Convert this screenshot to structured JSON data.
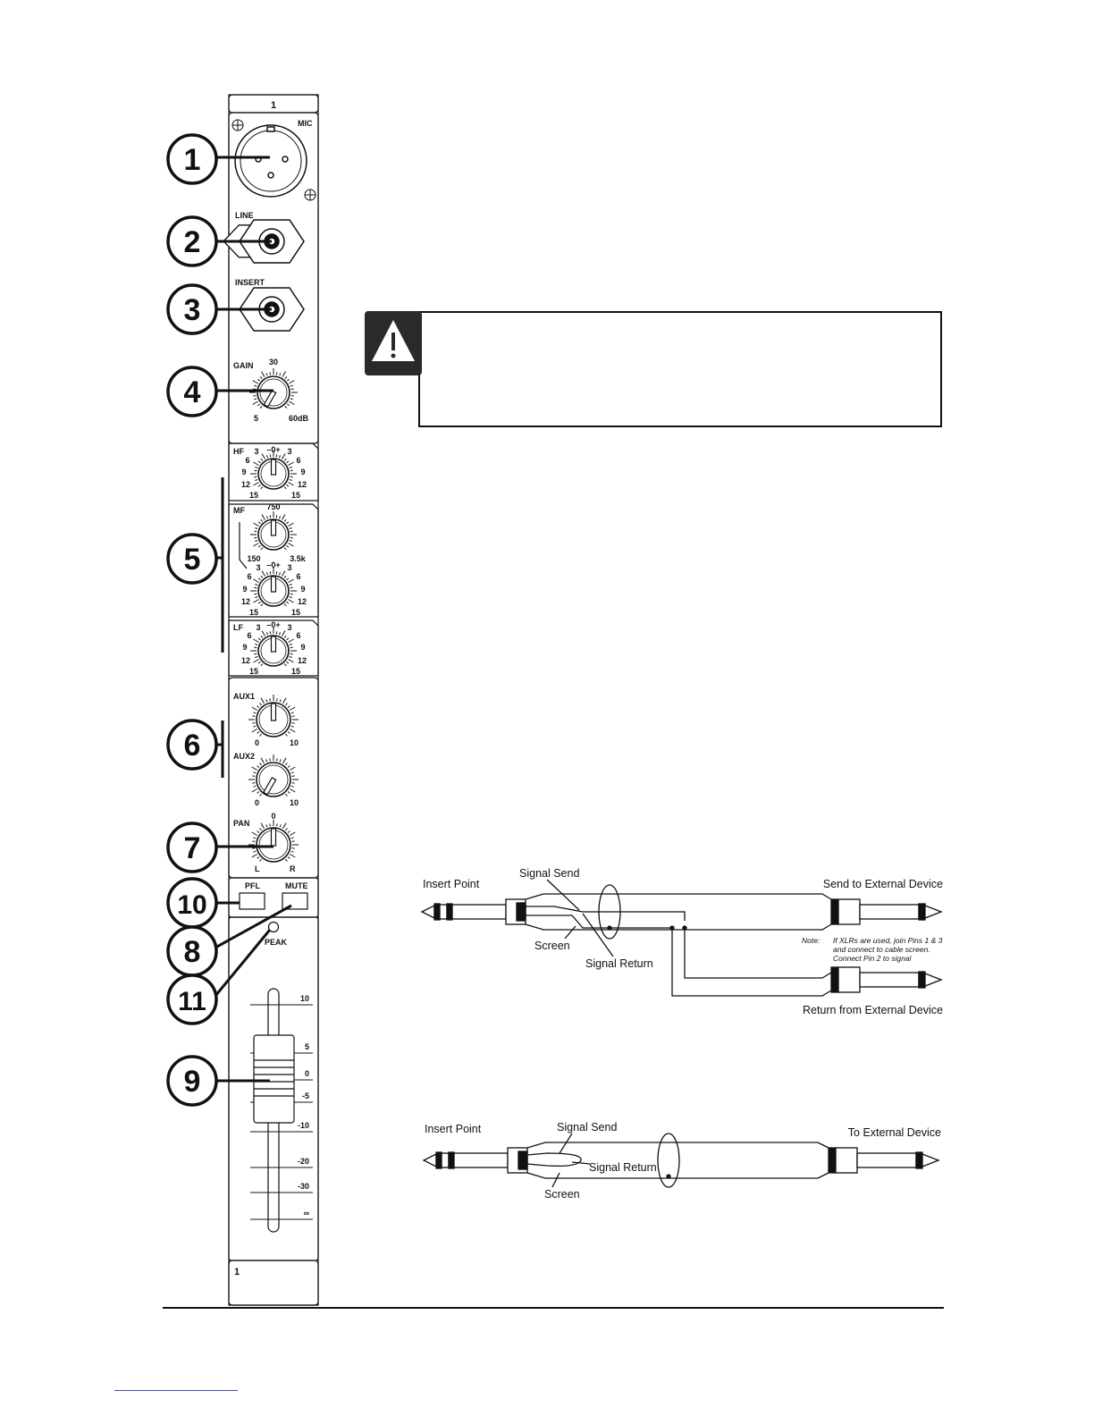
{
  "channel_strip": {
    "channel_number_top": "1",
    "channel_number_bottom": "1",
    "mic_label": "MIC",
    "line_label": "LINE",
    "insert_label": "INSERT",
    "gain": {
      "label": "GAIN",
      "top": "30",
      "min": "5",
      "max": "60dB"
    },
    "hf": {
      "label": "HF",
      "center": "–0+",
      "l3": "3",
      "l6": "6",
      "l9": "9",
      "l12": "12",
      "l15": "15",
      "r3": "3",
      "r6": "6",
      "r9": "9",
      "r12": "12",
      "r15": "15"
    },
    "mf": {
      "label": "MF",
      "freq_top": "750",
      "freq_min": "150",
      "freq_max": "3.5k",
      "center": "–0+",
      "l3": "3",
      "l6": "6",
      "l9": "9",
      "l12": "12",
      "l15": "15",
      "r3": "3",
      "r6": "6",
      "r9": "9",
      "r12": "12",
      "r15": "15"
    },
    "lf": {
      "label": "LF",
      "center": "–0+",
      "l3": "3",
      "l6": "6",
      "l9": "9",
      "l12": "12",
      "l15": "15",
      "r3": "3",
      "r6": "6",
      "r9": "9",
      "r12": "12",
      "r15": "15"
    },
    "aux1": {
      "label": "AUX1",
      "min": "0",
      "max": "10"
    },
    "aux2": {
      "label": "AUX2",
      "min": "0",
      "max": "10"
    },
    "pan": {
      "label": "PAN",
      "top": "0",
      "left": "L",
      "right": "R"
    },
    "pfl_label": "PFL",
    "mute_label": "MUTE",
    "peak_label": "PEAK",
    "fader_scale": [
      "10",
      "5",
      "0",
      "-5",
      "-10",
      "-20",
      "-30",
      "∞"
    ]
  },
  "callouts": [
    "1",
    "2",
    "3",
    "4",
    "5",
    "6",
    "7",
    "10",
    "8",
    "11",
    "9"
  ],
  "diagram_a": {
    "insert_point": "Insert Point",
    "signal_send": "Signal Send",
    "send_to_external": "Send to External Device",
    "screen": "Screen",
    "signal_return": "Signal Return",
    "return_from_external": "Return from External Device",
    "note_label": "Note:",
    "note_line1": "If XLRs are used, join Pins 1 & 3",
    "note_line2": "and connect to cable screen.",
    "note_line3": "Connect Pin 2 to signal"
  },
  "diagram_b": {
    "insert_point": "Insert Point",
    "signal_send": "Signal Send",
    "to_external": "To External Device",
    "signal_return": "Signal Return",
    "screen": "Screen"
  }
}
